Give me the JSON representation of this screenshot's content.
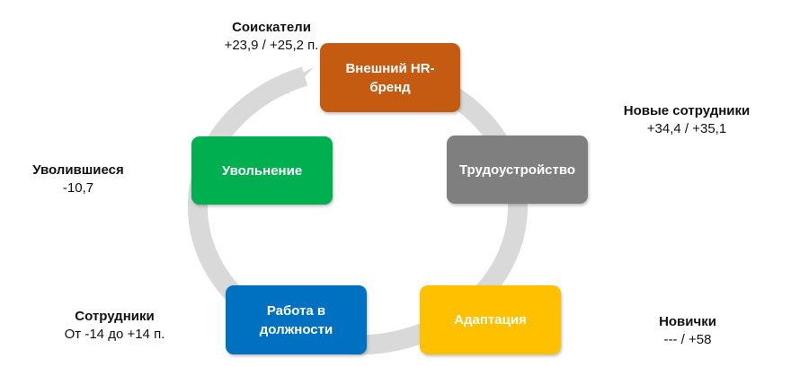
{
  "stages": {
    "brand": {
      "label": "Внешний HR-бренд",
      "color": "#c55a11"
    },
    "employment": {
      "label": "Трудоустройство",
      "color": "#7f7f7f"
    },
    "adaptation": {
      "label": "Адаптация",
      "color": "#ffc000"
    },
    "position": {
      "label": "Работа в должности",
      "color": "#0070c0"
    },
    "dismissal": {
      "label": "Увольнение",
      "color": "#00b050"
    }
  },
  "annotations": {
    "candidates": {
      "title": "Соискатели",
      "value": "+23,9 / +25,2 п."
    },
    "new_staff": {
      "title": "Новые сотрудники",
      "value": "+34,4 / +35,1"
    },
    "newcomers": {
      "title": "Новички",
      "value": "--- / +58"
    },
    "employees": {
      "title": "Сотрудники",
      "value": "От -14 до +14 п."
    },
    "leavers": {
      "title": "Уволившиеся",
      "value": "-10,7"
    }
  },
  "colors": {
    "cycle_arrow": "#d9d9d9"
  }
}
